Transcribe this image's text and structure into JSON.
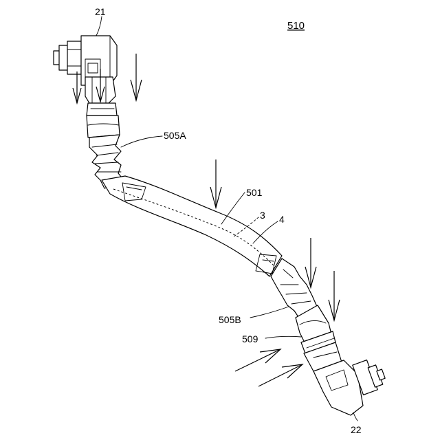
{
  "figure": {
    "number": "510",
    "labels": {
      "connector_top": "21",
      "bellows_upper": "505A",
      "pipe_main": "501",
      "inner_layer": "3",
      "outer_layer": "4",
      "bellows_lower": "505B",
      "ring": "509",
      "connector_bottom": "22"
    }
  }
}
